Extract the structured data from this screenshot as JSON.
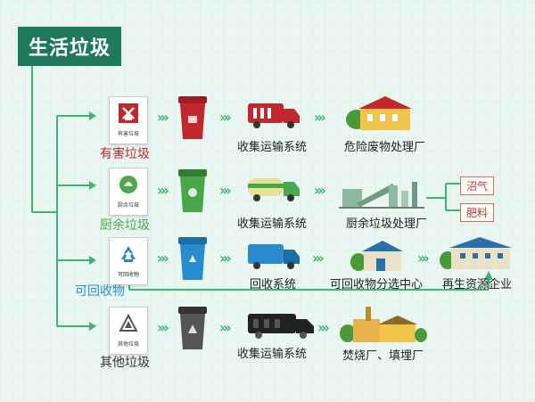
{
  "title": "生活垃圾",
  "categories": [
    {
      "label": "有害垃圾",
      "sign_text": "有害垃圾",
      "color": "#c0282d",
      "stages": [
        "收集运输系统",
        "危险废物处理厂"
      ]
    },
    {
      "label": "厨余垃圾",
      "sign_text": "厨余垃圾",
      "color": "#4aa84a",
      "stages": [
        "收集运输系统",
        "厨余垃圾处理厂"
      ],
      "outputs": [
        "沼气",
        "肥料"
      ]
    },
    {
      "label": "可回收物",
      "sign_text": "可回收物",
      "color": "#2a8ccc",
      "stages": [
        "回收系统",
        "可回收物分选中心",
        "再生资源企业"
      ]
    },
    {
      "label": "其他垃圾",
      "sign_text": "其他垃圾",
      "color": "#555555",
      "stages": [
        "收集运输系统",
        "焚烧厂、填埋厂"
      ]
    }
  ],
  "colors": {
    "title_bg": "#1e7a58",
    "connector": "#3bb56f",
    "output_tag": "#e06a3c"
  }
}
